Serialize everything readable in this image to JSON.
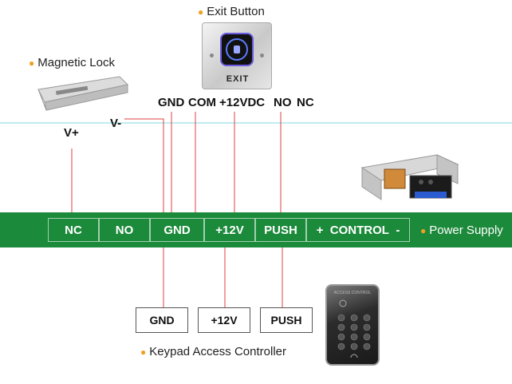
{
  "callouts": {
    "exit_button": "Exit Button",
    "magnetic_lock": "Magnetic Lock",
    "power_supply": "Power Supply",
    "keypad": "Keypad Access Controller"
  },
  "exit_button": {
    "face_label": "EXIT"
  },
  "exit_terminals": [
    "GND",
    "COM",
    "+12VDC",
    "NO",
    "NC"
  ],
  "lock_terminals": {
    "vplus": "V+",
    "vminus": "V-"
  },
  "power_terminals": [
    "NC",
    "NO",
    "GND",
    "+12V",
    "PUSH"
  ],
  "control_terminal": {
    "plus": "+",
    "label": "CONTROL",
    "minus": "-"
  },
  "keypad_terminals": [
    "GND",
    "+12V",
    "PUSH"
  ],
  "keypad_device": {
    "brand_text": "ACCESS CONTROL"
  },
  "colors": {
    "bus_green": "#1c8a3b",
    "wire_red": "#e04040",
    "guide_cyan": "#7fd8e0",
    "bullet_orange": "#f0a020"
  }
}
